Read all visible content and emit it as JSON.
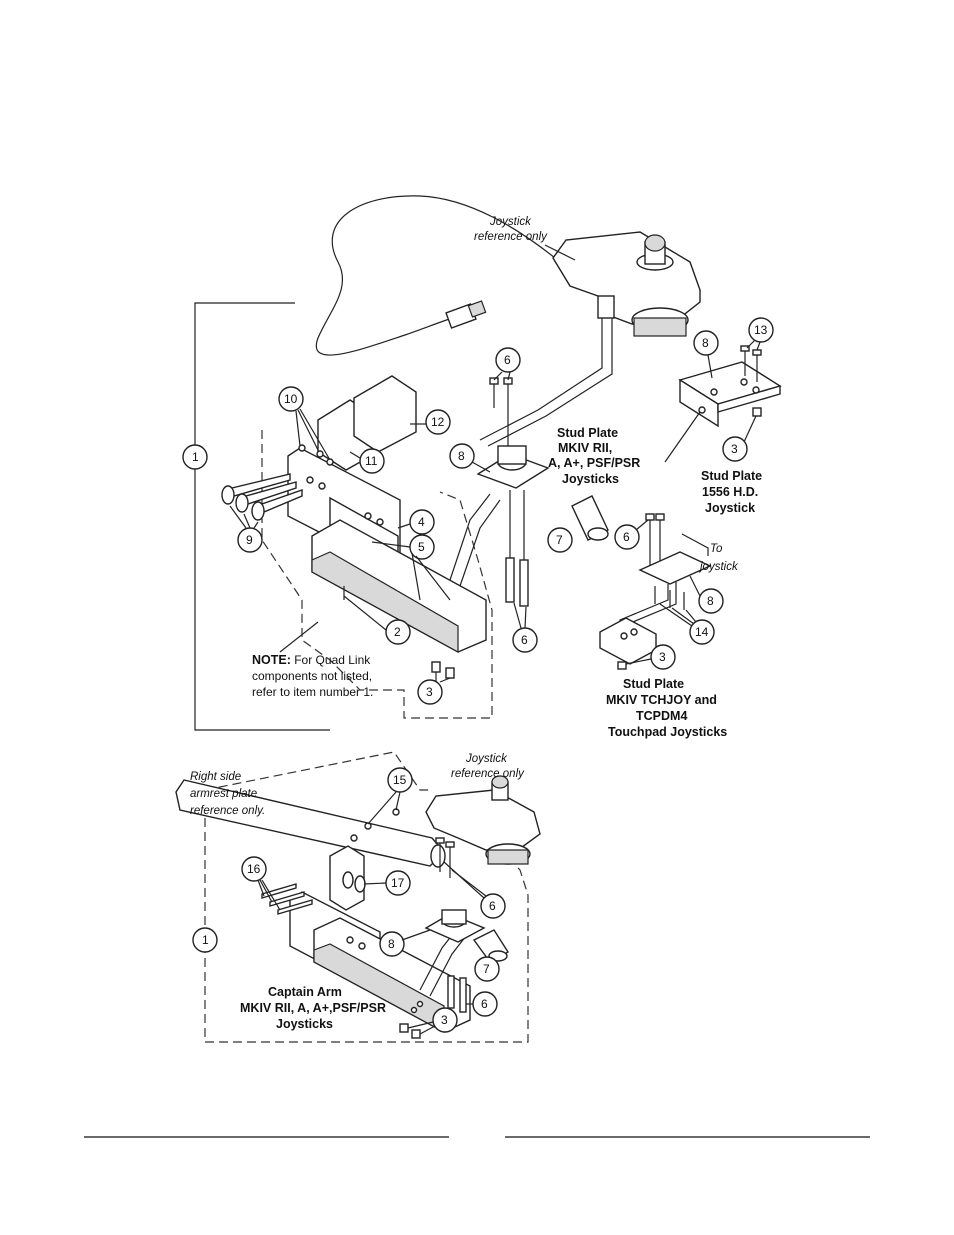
{
  "callouts": {
    "c1_top": "1",
    "c2": "2",
    "c3_main": "3",
    "c3_1556": "3",
    "c3_touch": "3",
    "c3_captain": "3",
    "c4": "4",
    "c5": "5",
    "c6_top": "6",
    "c6_bottom": "6",
    "c6_touch": "6",
    "c6_captain_upper": "6",
    "c6_captain_lower": "6",
    "c7_main": "7",
    "c7_captain": "7",
    "c8_main": "8",
    "c8_1556": "8",
    "c8_touch": "8",
    "c8_captain": "8",
    "c9": "9",
    "c10": "10",
    "c11": "11",
    "c12": "12",
    "c13": "13",
    "c14": "14",
    "c15": "15",
    "c16": "16",
    "c17": "17",
    "c1_bottom": "1"
  },
  "labels": {
    "joystick_ref_top_1": "Joystick",
    "joystick_ref_top_2": "reference only",
    "stud_plate_mkiv_1": "Stud Plate",
    "stud_plate_mkiv_2": "MKIV RII,",
    "stud_plate_mkiv_3": "A, A+, PSF/PSR",
    "stud_plate_mkiv_4": "Joysticks",
    "stud_plate_1556_1": "Stud Plate",
    "stud_plate_1556_2": "1556 H.D.",
    "stud_plate_1556_3": "Joystick",
    "to_joystick_1": "To",
    "to_joystick_2": "joystick",
    "note_bold": "NOTE:",
    "note_1": " For Quad Link",
    "note_2": "components not listed,",
    "note_3": "refer to item number 1.",
    "stud_plate_touch_1": "Stud Plate",
    "stud_plate_touch_2": "MKIV TCHJOY and",
    "stud_plate_touch_3": "TCPDM4",
    "stud_plate_touch_4": "Touchpad Joysticks",
    "right_side_1": "Right side",
    "right_side_2": "armrest plate",
    "right_side_3": "reference only.",
    "joystick_ref_bottom_1": "Joystick",
    "joystick_ref_bottom_2": "reference only",
    "captain_1": "Captain Arm",
    "captain_2": "MKIV RII, A, A+,PSF/PSR",
    "captain_3": "Joysticks"
  },
  "colors": {
    "ink": "#222222",
    "paper": "#ffffff",
    "shade": "#d9d9d9"
  }
}
